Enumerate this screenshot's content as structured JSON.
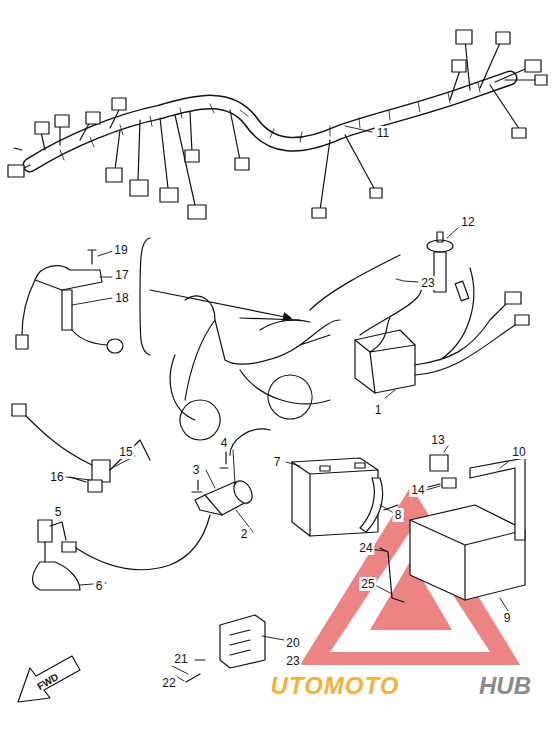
{
  "diagram": {
    "labels": [
      "11",
      "12",
      "23",
      "19",
      "17",
      "18",
      "1",
      "13",
      "7",
      "10",
      "14",
      "4",
      "3",
      "15",
      "16",
      "8",
      "5",
      "2",
      "24",
      "25",
      "9",
      "6",
      "20",
      "23",
      "21",
      "22",
      "FWD",
      "UTOMOTO",
      "HUB"
    ]
  }
}
